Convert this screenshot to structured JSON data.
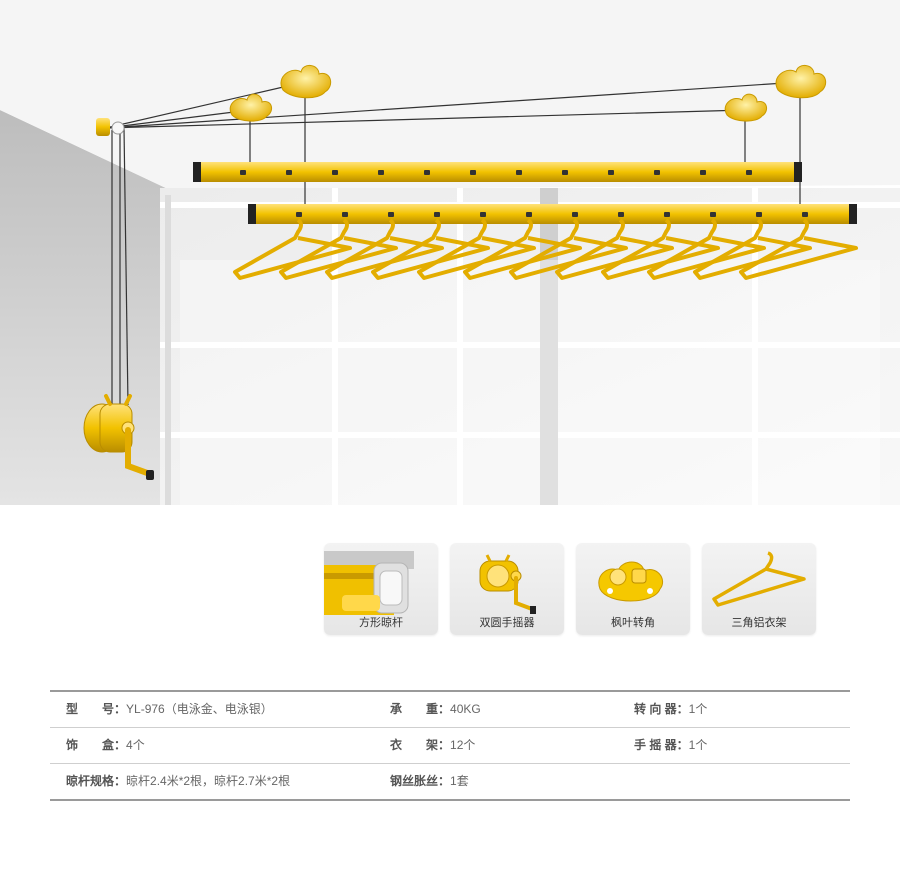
{
  "product": {
    "colors": {
      "gold": "#f2c200",
      "gold_dark": "#c99a00",
      "wire": "#333333",
      "wall": "#c8c8c8"
    }
  },
  "thumbnails": [
    {
      "label": "方形晾杆",
      "icon": "square-pole-icon"
    },
    {
      "label": "双圆手摇器",
      "icon": "hand-crank-icon"
    },
    {
      "label": "枫叶转角",
      "icon": "maple-leaf-corner-icon"
    },
    {
      "label": "三角铝衣架",
      "icon": "triangle-hanger-icon"
    }
  ],
  "specs": [
    [
      {
        "key": "型　　号：",
        "value": "YL-976（电泳金、电泳银）"
      },
      {
        "key": "承　　重：",
        "value": "40KG"
      },
      {
        "key": "转 向 器：",
        "value": "1个"
      }
    ],
    [
      {
        "key": "饰　　盒：",
        "value": "4个"
      },
      {
        "key": "衣　　架：",
        "value": "12个"
      },
      {
        "key": "手 摇 器：",
        "value": "1个"
      }
    ],
    [
      {
        "key": "晾杆规格：",
        "value": "晾杆2.4米*2根，晾杆2.7米*2根"
      },
      {
        "key": "钢丝胀丝：",
        "value": "1套"
      }
    ]
  ]
}
